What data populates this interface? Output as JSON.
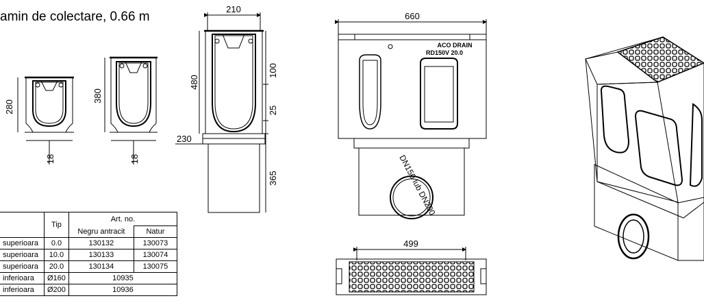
{
  "title": "amin de colectare, 0.66 m",
  "dims": {
    "d280": "280",
    "d18a": "18",
    "d380": "380",
    "d18b": "18",
    "d210": "210",
    "d480": "480",
    "d100": "100",
    "d25": "25",
    "d230": "230",
    "d365": "365",
    "d660": "660",
    "d499": "499"
  },
  "pipe_label": "DN150 lub DN200",
  "grate_text": [
    "ACO DRAIN",
    "RD150V 20.0"
  ],
  "table": {
    "header": {
      "tip": "Tip",
      "artno": "Art. no.",
      "negru": "Negru antracit",
      "natur": "Natur"
    },
    "rows": [
      {
        "desc": "superioara",
        "tip": "0.0",
        "negru": "130132",
        "natur": "130073"
      },
      {
        "desc": "superioara",
        "tip": "10.0",
        "negru": "130133",
        "natur": "130074"
      },
      {
        "desc": "superioara",
        "tip": "20.0",
        "negru": "130134",
        "natur": "130075"
      },
      {
        "desc": "inferioara",
        "tip": "Ø160",
        "merged": "10935"
      },
      {
        "desc": "inferioara",
        "tip": "Ø200",
        "merged": "10936"
      }
    ]
  }
}
